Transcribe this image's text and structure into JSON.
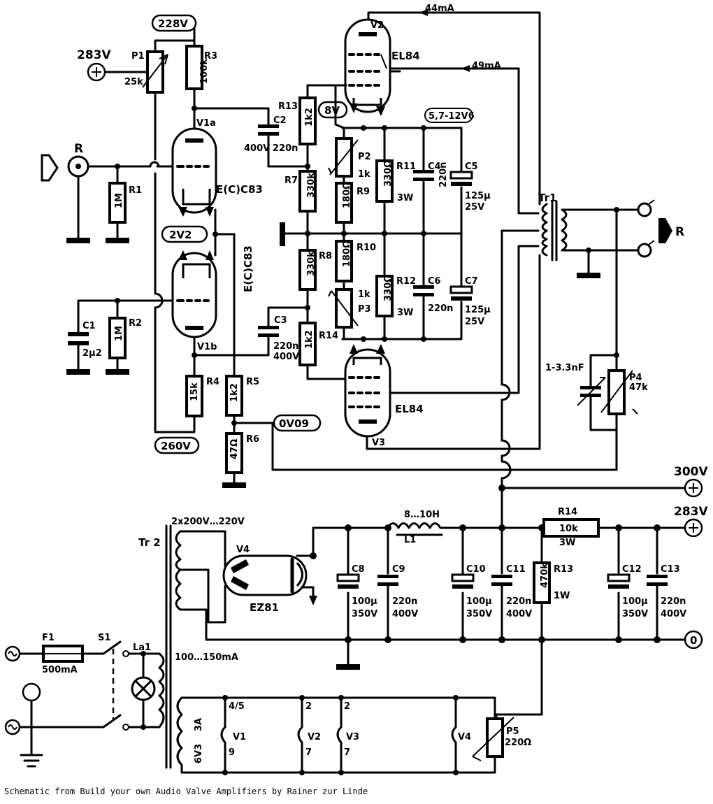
{
  "caption": "Schematic from Build your own Audio Valve Amplifiers by Rainer zur Linde",
  "supply": {
    "v300": "300V",
    "v283_top": "283V",
    "v283_right": "283V",
    "zero": "0",
    "v228": "228V",
    "v260": "260V",
    "v2v2": "2V2",
    "v0v09": "0V09",
    "v8": "8V",
    "v5712": "5,7-12V6",
    "i44": "44mA",
    "i49": "49mA"
  },
  "io": {
    "input": "R",
    "output": "R"
  },
  "tubes": {
    "v1a": "V1a",
    "v1b": "V1b",
    "ecc83_top": "E(C)C83",
    "ecc83_bot": "E(C)C83",
    "v2": "V2",
    "v3": "V3",
    "el84_top": "EL84",
    "el84_bot": "EL84",
    "v4": "V4",
    "ez81": "EZ81"
  },
  "components": {
    "p1": "P1",
    "p1v": "25k",
    "r3": "R3",
    "r3v": "100k",
    "r1": "R1",
    "r1v": "1M",
    "r2": "R2",
    "r2v": "1M",
    "c1": "C1",
    "c1v": "2µ2",
    "c2": "C2",
    "c2v": "220n",
    "c2u": "400V",
    "c3": "C3",
    "c3v": "220n",
    "c3u": "400V",
    "r4": "R4",
    "r4v": "15k",
    "r5": "R5",
    "r5v": "1k2",
    "r6": "R6",
    "r6v": "47Ω",
    "r13a": "R13",
    "r13av": "1k2",
    "r7": "R7",
    "r7v": "330k",
    "r8": "R8",
    "r8v": "330k",
    "r14a": "R14",
    "r14av": "1k2",
    "p2": "P2",
    "p2v": "1k",
    "r9": "R9",
    "r9v": "180Ω",
    "r10": "R10",
    "r10v": "180Ω",
    "p3": "P3",
    "p3v": "1k",
    "r11": "R11",
    "r11v": "330Ω",
    "r11w": "3W",
    "r12": "R12",
    "r12v": "330Ω",
    "r12w": "3W",
    "c4": "C4",
    "c4v": "220n",
    "c5": "C5",
    "c5v": "125µ",
    "c5u": "25V",
    "c6": "C6",
    "c6v": "220n",
    "c7": "C7",
    "c7v": "125µ",
    "c7u": "25V",
    "tr1": "Tr1",
    "p4": "P4",
    "p4v": "47k",
    "cfb": "1-3.3nF",
    "l1": "L1",
    "l1v": "8…10H",
    "r14b": "R14",
    "r14bv": "10k",
    "r14bw": "3W",
    "r13b": "R13",
    "r13bv": "470k",
    "r13bw": "1W",
    "c8": "C8",
    "c8v": "100µ",
    "c8u": "350V",
    "c9": "C9",
    "c9v": "220n",
    "c9u": "400V",
    "c10": "C10",
    "c10v": "100µ",
    "c10u": "350V",
    "c11": "C11",
    "c11v": "220n",
    "c11u": "400V",
    "c12": "C12",
    "c12v": "100µ",
    "c12u": "350V",
    "c13": "C13",
    "c13v": "220n",
    "c13u": "400V",
    "tr2": "Tr 2",
    "tr2sec": "2x200V…220V",
    "tr2cur": "100…150mA",
    "f1": "F1",
    "f1v": "500mA",
    "s1": "S1",
    "la1": "La1",
    "h3a": "3A",
    "h6v3": "6V3",
    "hv1n": "4/5",
    "hv1": "V1",
    "hv1p": "9",
    "hv2n": "2",
    "hv2": "V2",
    "hv2p": "7",
    "hv3n": "2",
    "hv3": "V3",
    "hv3p": "7",
    "hv4": "V4",
    "p5": "P5",
    "p5v": "220Ω"
  }
}
